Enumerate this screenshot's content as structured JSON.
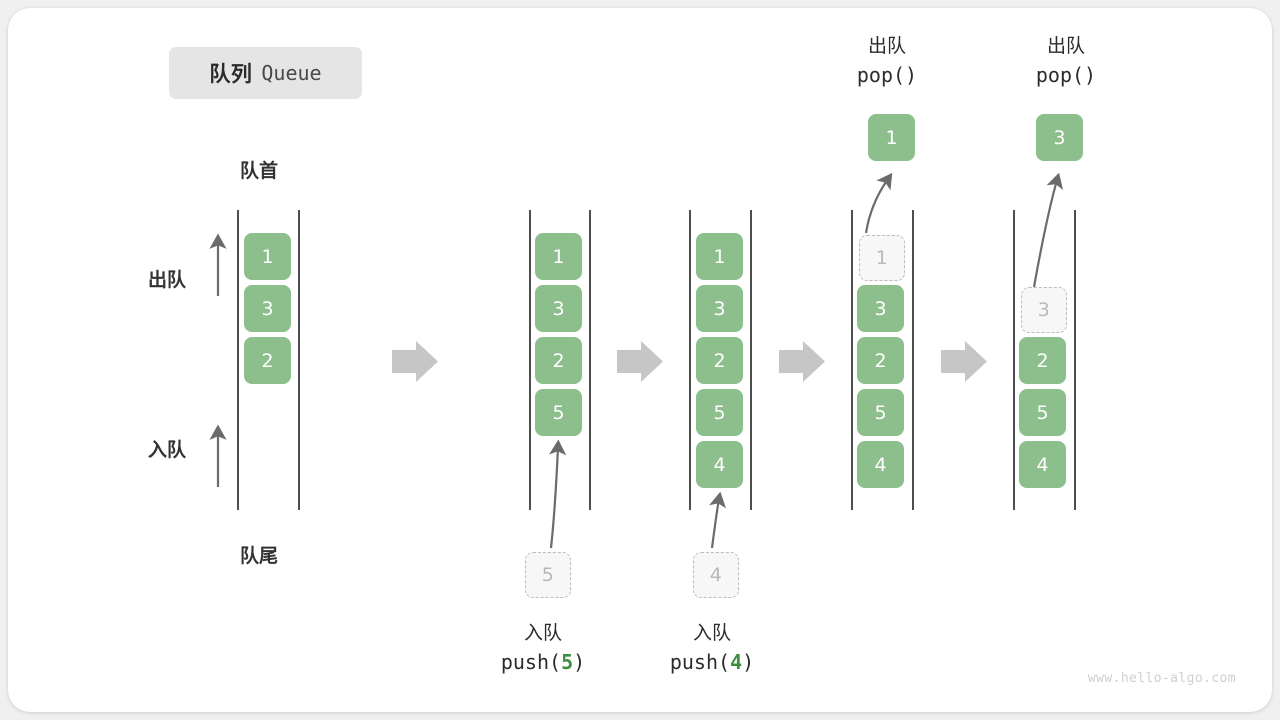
{
  "title": {
    "cn": "队列",
    "en": "Queue"
  },
  "labels": {
    "head": "队首",
    "tail": "队尾",
    "dequeue": "出队",
    "enqueue": "入队"
  },
  "watermark": "www.hello-algo.com",
  "colors": {
    "element": "#8dbf8d",
    "element_text": "#ffffff",
    "ghost_fill": "#f7f7f7",
    "ghost_border": "#bdbdbd",
    "ghost_text": "#b9b9b9",
    "rail": "#4d4d4d",
    "arrow": "#6b6b6b",
    "step_arrow": "#c6c6c6",
    "badge_bg": "#e5e5e5",
    "accent_number": "#3e8e41",
    "watermark": "#cfcfcf"
  },
  "columns": [
    {
      "name": "initial",
      "caption_cn": "",
      "caption_code": "",
      "elements": [
        {
          "value": "1",
          "state": "filled"
        },
        {
          "value": "3",
          "state": "filled"
        },
        {
          "value": "2",
          "state": "filled"
        }
      ]
    },
    {
      "name": "push-5",
      "caption_cn": "入队",
      "caption_code_prefix": "push(",
      "caption_code_num": "5",
      "caption_code_suffix": ")",
      "incoming_value": "5",
      "elements": [
        {
          "value": "1",
          "state": "filled"
        },
        {
          "value": "3",
          "state": "filled"
        },
        {
          "value": "2",
          "state": "filled"
        },
        {
          "value": "5",
          "state": "filled"
        }
      ]
    },
    {
      "name": "push-4",
      "caption_cn": "入队",
      "caption_code_prefix": "push(",
      "caption_code_num": "4",
      "caption_code_suffix": ")",
      "incoming_value": "4",
      "elements": [
        {
          "value": "1",
          "state": "filled"
        },
        {
          "value": "3",
          "state": "filled"
        },
        {
          "value": "2",
          "state": "filled"
        },
        {
          "value": "5",
          "state": "filled"
        },
        {
          "value": "4",
          "state": "filled"
        }
      ]
    },
    {
      "name": "pop-1",
      "top_cn": "出队",
      "top_code": "pop()",
      "popped_value": "1",
      "elements": [
        {
          "value": "1",
          "state": "ghost"
        },
        {
          "value": "3",
          "state": "filled"
        },
        {
          "value": "2",
          "state": "filled"
        },
        {
          "value": "5",
          "state": "filled"
        },
        {
          "value": "4",
          "state": "filled"
        }
      ]
    },
    {
      "name": "pop-3",
      "top_cn": "出队",
      "top_code": "pop()",
      "popped_value": "3",
      "elements": [
        {
          "value": "3",
          "state": "ghost"
        },
        {
          "value": "2",
          "state": "filled"
        },
        {
          "value": "5",
          "state": "filled"
        },
        {
          "value": "4",
          "state": "filled"
        }
      ]
    }
  ]
}
